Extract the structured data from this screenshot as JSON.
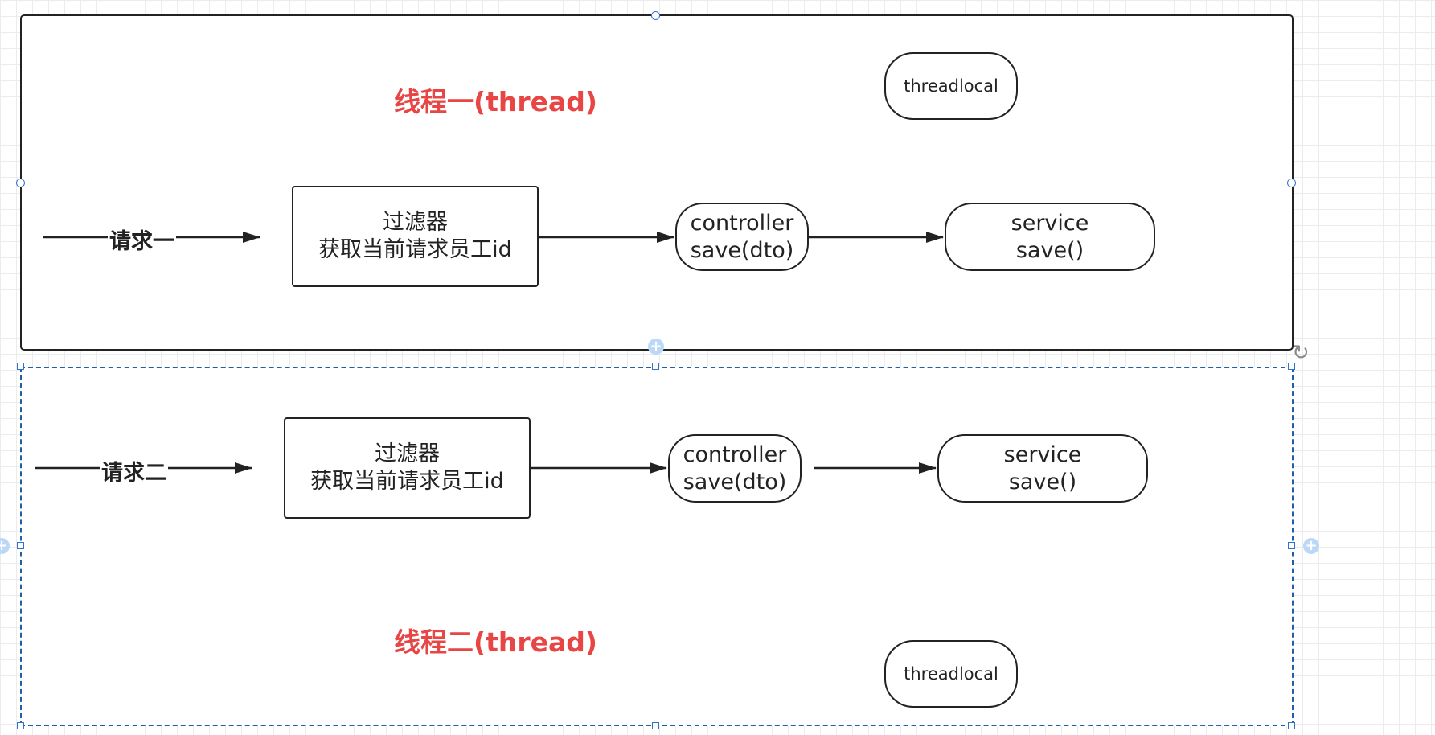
{
  "thread1": {
    "title": "线程一(thread)",
    "request_label": "请求一",
    "filter_line1": "过滤器",
    "filter_line2": "获取当前请求员工id",
    "controller_line1": "controller",
    "controller_line2": "save(dto)",
    "service_line1": "service",
    "service_line2": "save()",
    "threadlocal": "threadlocal"
  },
  "thread2": {
    "title": "线程二(thread)",
    "request_label": "请求二",
    "filter_line1": "过滤器",
    "filter_line2": "获取当前请求员工id",
    "controller_line1": "controller",
    "controller_line2": "save(dto)",
    "service_line1": "service",
    "service_line2": "save()",
    "threadlocal": "threadlocal"
  },
  "colors": {
    "title": "#e84545",
    "stroke": "#222222",
    "selection": "#2f73c9"
  },
  "icons": {
    "add_connection": "plus-circle-icon",
    "rotate": "rotate-icon"
  }
}
